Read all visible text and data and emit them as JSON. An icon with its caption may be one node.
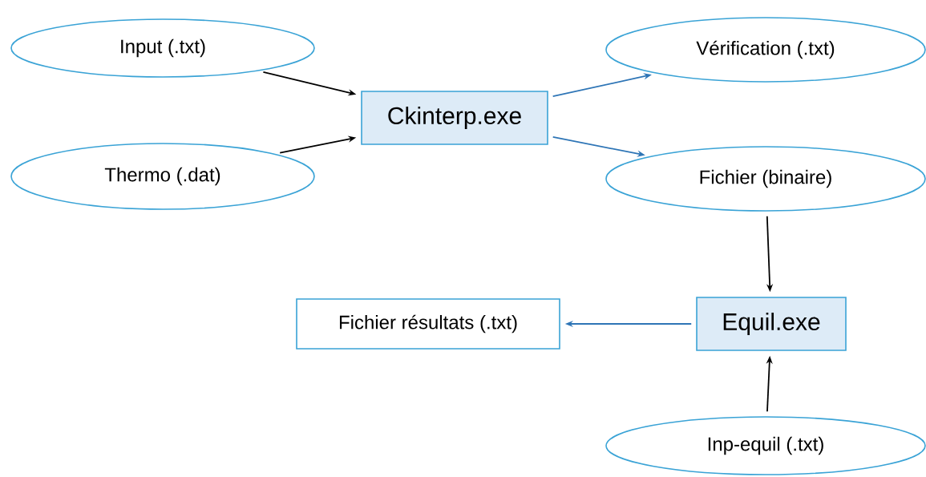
{
  "diagram": {
    "nodes": [
      {
        "text": [
          "Input (.txt)"
        ]
      },
      {
        "text": [
          "Thermo (.dat)"
        ]
      },
      {
        "text": [
          "Ckinterp.exe"
        ]
      },
      {
        "text": [
          "Vérification (.txt)"
        ]
      },
      {
        "text": [
          "Fichier (binaire)"
        ]
      },
      {
        "text": [
          "Equil.exe"
        ]
      },
      {
        "text": [
          "Fichier résultats (.txt)"
        ]
      },
      {
        "text": [
          "Inp-equil (.txt)"
        ]
      }
    ],
    "edges": [
      {
        "from": 0,
        "to": 2,
        "arrow": "to"
      },
      {
        "from": 1,
        "to": 2,
        "arrow": "to"
      },
      {
        "from": 2,
        "to": 3,
        "arrow": "to",
        "color": "#2e75b6"
      },
      {
        "from": 2,
        "to": 4,
        "arrow": "to",
        "color": "#2e75b6"
      },
      {
        "from": 4,
        "to": 5,
        "arrow": "to"
      },
      {
        "from": 5,
        "to": 6,
        "arrow": "to",
        "color": "#2e75b6"
      },
      {
        "from": 7,
        "to": 5,
        "arrow": "to"
      }
    ]
  }
}
